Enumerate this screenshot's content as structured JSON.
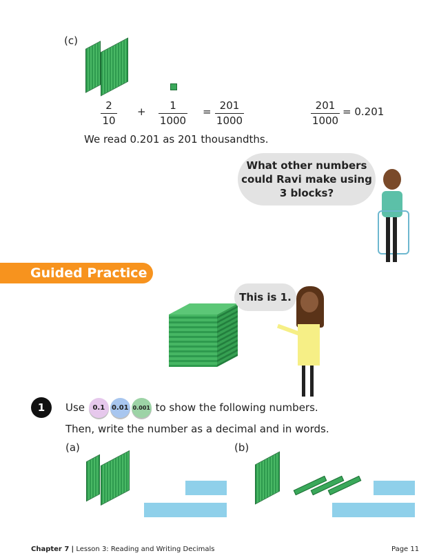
{
  "part_c": {
    "label": "(c)",
    "fractions": [
      {
        "num": "2",
        "den": "10"
      },
      {
        "num": "1",
        "den": "1000"
      },
      {
        "num": "201",
        "den": "1000"
      },
      {
        "num": "201",
        "den": "1000"
      }
    ],
    "plus": "+",
    "equals": "=",
    "result": "= 0.201",
    "reading": "We read 0.201 as 201 thousandths."
  },
  "bubble_ravi": "What other numbers could Ravi make using 3 blocks?",
  "guided_practice": {
    "title": "Guided Practice",
    "bubble": "This is 1."
  },
  "question1": {
    "number": "1",
    "use": "Use",
    "chips": [
      {
        "label": "0.1",
        "color": "#e6c8ec"
      },
      {
        "label": "0.01",
        "color": "#a8c6ef"
      },
      {
        "label": "0.001",
        "color": "#9dd3a6"
      }
    ],
    "instruction1": "to show the following numbers.",
    "instruction2": "Then, write the number as a decimal and in words.",
    "part_a": "(a)",
    "part_b": "(b)"
  },
  "footer": {
    "chapter": "Chapter 7",
    "lesson": "Lesson 3: Reading and Writing Decimals",
    "page": "Page 11"
  },
  "colors": {
    "accent": "#f7931e",
    "answer_box": "#8fd0ea",
    "block": "#3aa85a"
  }
}
